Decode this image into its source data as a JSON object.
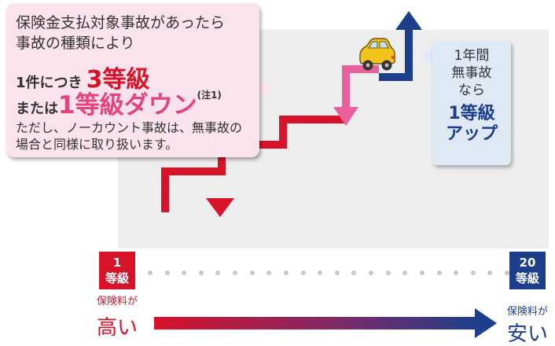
{
  "callout_accident": {
    "line1": "保険金支払対象事故があったら",
    "line2": "事故の種類により",
    "per_case": "1件につき",
    "three_grade": "3等級",
    "or_text": "または",
    "one_grade_down": "1等級ダウン",
    "note_mark": "(注1)",
    "noncount_note": "ただし、ノーカウント事故は、無事故の場合と同様に取り扱います。"
  },
  "callout_noaccident": {
    "line1": "1年間",
    "line2": "無事故",
    "line3": "なら",
    "line4": "1等級",
    "line5": "アップ"
  },
  "scale": {
    "low_grade_number": "1",
    "low_grade_unit": "等級",
    "high_grade_number": "20",
    "high_grade_unit": "等級",
    "left_price_label": "保険料が",
    "left_price_value": "高い",
    "right_price_label": "保険料が",
    "right_price_value": "安い",
    "dot_count": 22
  },
  "colors": {
    "red": "#d7132a",
    "pink": "#e9619c",
    "blue": "#1d3f8b",
    "car_body": "#f3c21b"
  },
  "icons": {
    "car": "car-icon"
  }
}
